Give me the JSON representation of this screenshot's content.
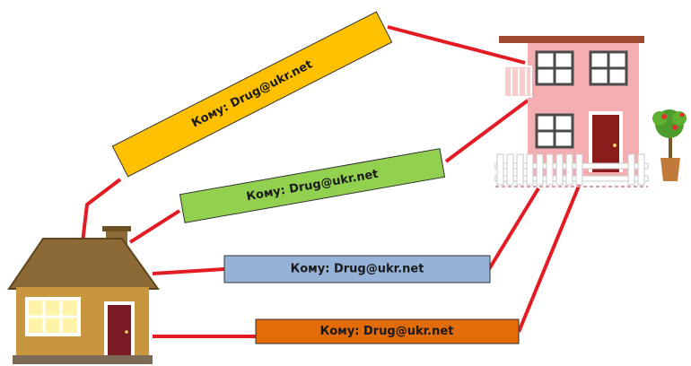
{
  "labels": [
    {
      "text": "Кому: Drug@ukr.net",
      "color": "#FFC000"
    },
    {
      "text": "Кому: Drug@ukr.net",
      "color": "#92D050"
    },
    {
      "text": "Кому: Drug@ukr.net",
      "color": "#95B3D7"
    },
    {
      "text": "Кому: Drug@ukr.net",
      "color": "#E26B0A"
    }
  ],
  "line_color": "#E31B23"
}
